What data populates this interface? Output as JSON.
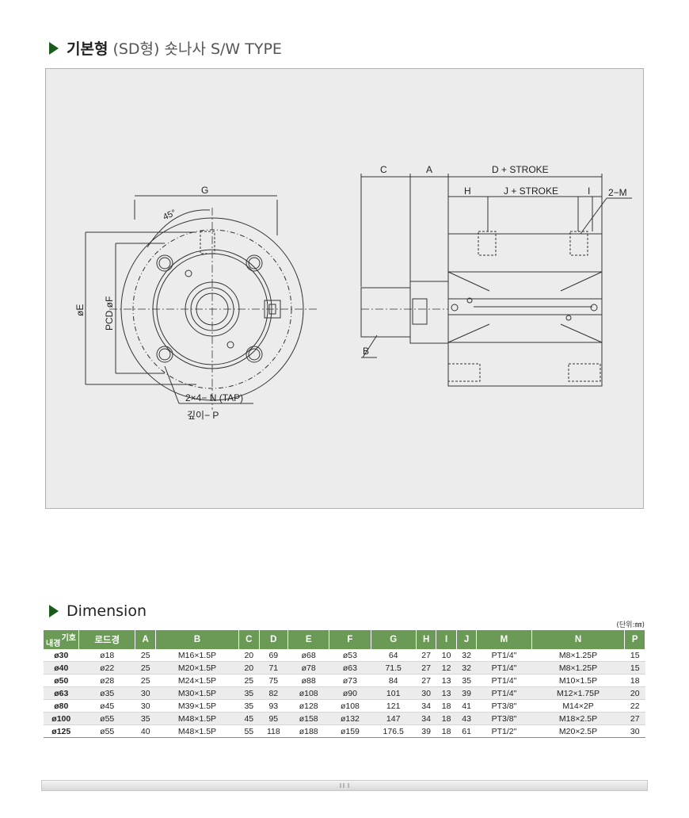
{
  "section1": {
    "title_bold": "기본형",
    "title_rest": "(SD형) 숏나사 S/W TYPE"
  },
  "drawing": {
    "labels": {
      "G": "G",
      "angle": "45°",
      "E": "øE",
      "PCD": "PCD øF",
      "tap": "2×4− N (TAP)",
      "depth": "깊이− P",
      "C": "C",
      "A": "A",
      "D": "D + STROKE",
      "H": "H",
      "J": "J + STROKE",
      "I": "I",
      "M": "2−M",
      "B": "B"
    }
  },
  "section2": {
    "title": "Dimension"
  },
  "unit": "(단위:㎜)",
  "table": {
    "corner_top": "기호",
    "corner_bottom": "내경",
    "headers": [
      "로드경",
      "A",
      "B",
      "C",
      "D",
      "E",
      "F",
      "G",
      "H",
      "I",
      "J",
      "M",
      "N",
      "P"
    ],
    "rows": [
      [
        "ø30",
        "ø18",
        "25",
        "M16×1.5P",
        "20",
        "69",
        "ø68",
        "ø53",
        "64",
        "27",
        "10",
        "32",
        "PT1/4\"",
        "M8×1.25P",
        "15"
      ],
      [
        "ø40",
        "ø22",
        "25",
        "M20×1.5P",
        "20",
        "71",
        "ø78",
        "ø63",
        "71.5",
        "27",
        "12",
        "32",
        "PT1/4\"",
        "M8×1.25P",
        "15"
      ],
      [
        "ø50",
        "ø28",
        "25",
        "M24×1.5P",
        "25",
        "75",
        "ø88",
        "ø73",
        "84",
        "27",
        "13",
        "35",
        "PT1/4\"",
        "M10×1.5P",
        "18"
      ],
      [
        "ø63",
        "ø35",
        "30",
        "M30×1.5P",
        "35",
        "82",
        "ø108",
        "ø90",
        "101",
        "30",
        "13",
        "39",
        "PT1/4\"",
        "M12×1.75P",
        "20"
      ],
      [
        "ø80",
        "ø45",
        "30",
        "M39×1.5P",
        "35",
        "93",
        "ø128",
        "ø108",
        "121",
        "34",
        "18",
        "41",
        "PT3/8\"",
        "M14×2P",
        "22"
      ],
      [
        "ø100",
        "ø55",
        "35",
        "M48×1.5P",
        "45",
        "95",
        "ø158",
        "ø132",
        "147",
        "34",
        "18",
        "43",
        "PT3/8\"",
        "M18×2.5P",
        "27"
      ],
      [
        "ø125",
        "ø55",
        "40",
        "M48×1.5P",
        "55",
        "118",
        "ø188",
        "ø159",
        "176.5",
        "39",
        "18",
        "61",
        "PT1/2\"",
        "M20×2.5P",
        "30"
      ]
    ]
  }
}
